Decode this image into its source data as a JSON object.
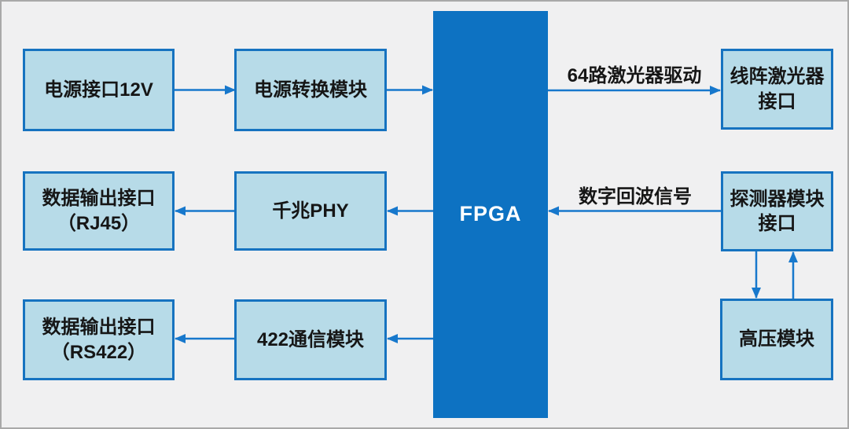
{
  "nodes": {
    "power_input": {
      "label": "电源接口12V"
    },
    "power_conv": {
      "label": "电源转换模块"
    },
    "data_out_rj45": {
      "label": "数据输出接口\n（RJ45）"
    },
    "phy": {
      "label": "千兆PHY"
    },
    "data_out_rs422": {
      "label": "数据输出接口\n（RS422）"
    },
    "comm_422": {
      "label": "422通信模块"
    },
    "fpga": {
      "label": "FPGA"
    },
    "laser_if": {
      "label": "线阵激光器\n接口"
    },
    "detector_if": {
      "label": "探测器模块\n接口"
    },
    "hv_module": {
      "label": "高压模块"
    }
  },
  "edge_labels": {
    "laser_drive": "64路激光器驱动",
    "echo_signal": "数字回波信号"
  },
  "colors": {
    "background": "#f0f0f1",
    "frame_border": "#a9a9a9",
    "box_fill": "#b7dbe8",
    "box_border": "#1673c0",
    "fpga_fill": "#0d72c2",
    "fpga_text": "#ffffff",
    "arrow": "#1778cc",
    "text": "#161616"
  }
}
